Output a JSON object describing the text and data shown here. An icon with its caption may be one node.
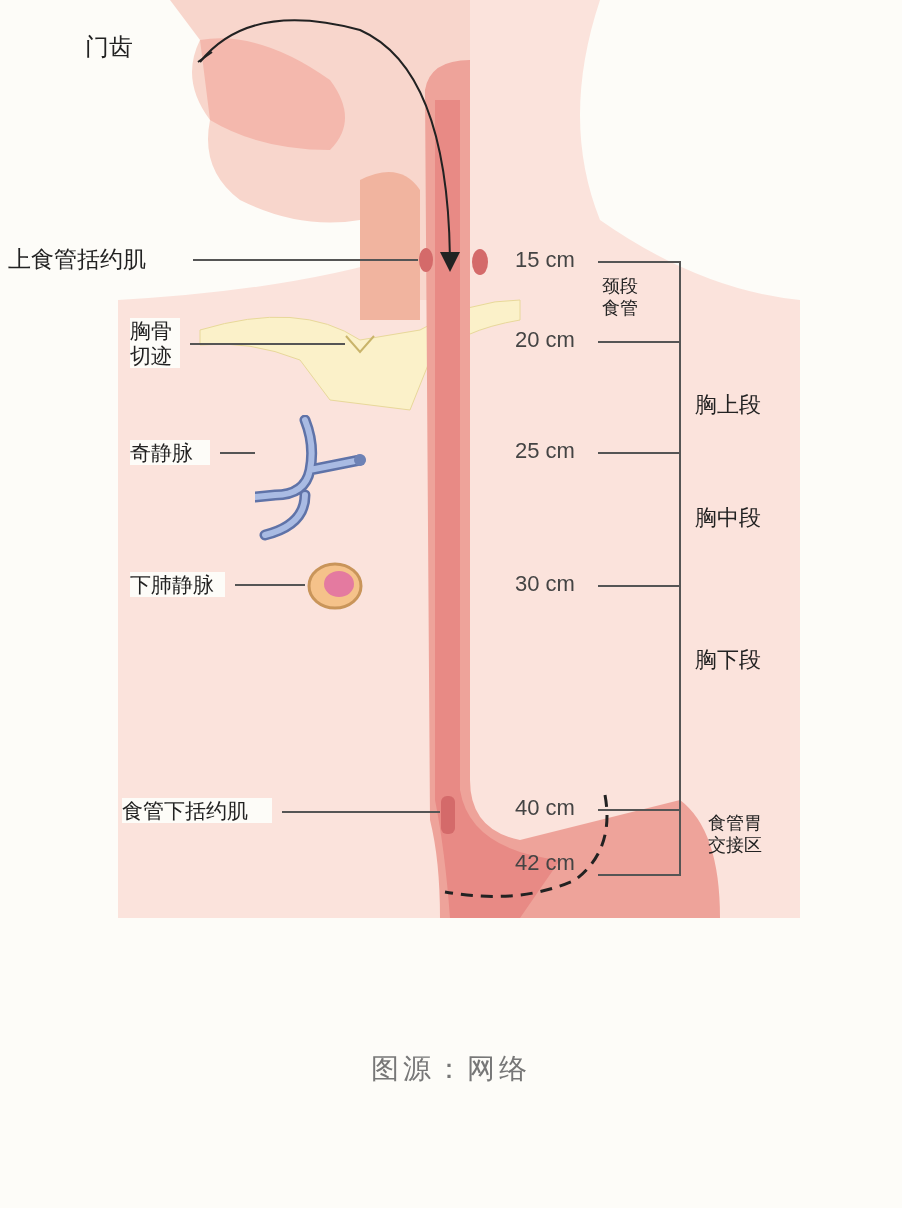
{
  "diagram": {
    "caption": "图源：网络",
    "nodes": [
      {
        "text": [
          "上食管括约肌"
        ]
      },
      {
        "text": [],
        "shape": "circle"
      },
      {
        "text": [
          "胸骨切迹"
        ]
      },
      {
        "text": [],
        "shape": "picture"
      },
      {
        "text": [
          "奇静脉"
        ]
      },
      {
        "text": [],
        "shape": "vein"
      },
      {
        "text": [
          "下肺静脉"
        ]
      },
      {
        "text": [],
        "shape": "picture"
      },
      {
        "text": [
          "食管下括约肌"
        ]
      },
      {
        "text": [],
        "shape": "box"
      }
    ],
    "edges": [
      {
        "from": 0,
        "to": 1,
        "arrow": "none"
      },
      {
        "from": 2,
        "to": 3,
        "arrow": "none"
      },
      {
        "from": 4,
        "to": 5,
        "arrow": "none"
      },
      {
        "from": 6,
        "to": 7,
        "arrow": "none"
      },
      {
        "from": 8,
        "to": 9,
        "arrow": "none"
      }
    ],
    "labels": [
      "门齿",
      "15 cm",
      "颈段食管",
      "20 cm",
      "胸上段",
      "25 cm",
      "胸中段",
      "30 cm",
      "胸下段",
      "40 cm",
      "食管胃交接区",
      "42 cm"
    ]
  }
}
